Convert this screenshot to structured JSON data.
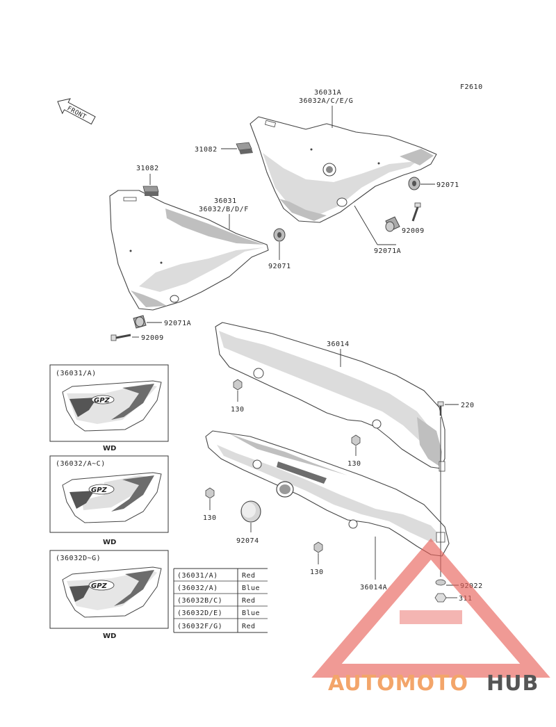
{
  "figure_code": "F2610",
  "front_label": "FRONT",
  "labels": {
    "l36031A": "36031A",
    "l36032ACEG": "36032A/C/E/G",
    "l31082_top": "31082",
    "l31082_left": "31082",
    "l36031": "36031",
    "l36032BDF": "36032/B/D/F",
    "l92071_right": "92071",
    "l92009_right": "92009",
    "l92071A_right": "92071A",
    "l92071_mid": "92071",
    "l92071A_left": "92071A",
    "l92009_left": "92009",
    "l36014": "36014",
    "l130_a": "130",
    "l220": "220",
    "l130_b": "130",
    "l130_c": "130",
    "l92074": "92074",
    "l130_d": "130",
    "l36014A": "36014A",
    "l92022": "92022",
    "l311": "311"
  },
  "insets": [
    {
      "title": "(36031/A)",
      "caption": "WD",
      "badge": "GPZ"
    },
    {
      "title": "(36032/A~C)",
      "caption": "WD",
      "badge": "GPZ"
    },
    {
      "title": "(36032D~G)",
      "caption": "WD",
      "badge": "GPZ"
    }
  ],
  "color_table": [
    {
      "code": "(36031/A)",
      "color": "Red"
    },
    {
      "code": "(36032/A)",
      "color": "Blue"
    },
    {
      "code": "(36032B/C)",
      "color": "Red"
    },
    {
      "code": "(36032D/E)",
      "color": "Blue"
    },
    {
      "code": "(36032F/G)",
      "color": "Red"
    }
  ],
  "watermark": {
    "part1": "AUTOMOTO",
    "part2": "HUB",
    "color1": "#f3a56a",
    "color2": "#555555",
    "triangle_color": "#e8615a"
  }
}
